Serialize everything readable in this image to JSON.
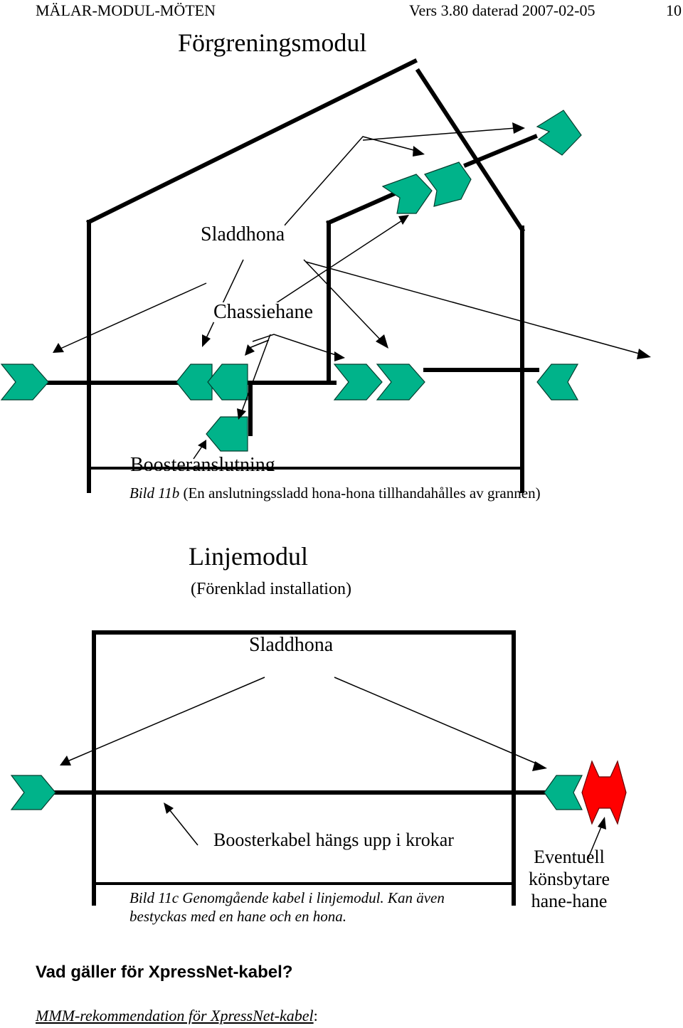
{
  "header": {
    "left": "MÄLAR-MODUL-MÖTEN",
    "version": "Vers 3.80 daterad 2007-02-05",
    "page_number": "10"
  },
  "figure_11b": {
    "title": "Förgreningsmodul",
    "label_sladdhona": "Sladdhona",
    "label_chassiehane": "Chassiehane",
    "label_booster": "Boosteranslutning",
    "caption_prefix": "Bild 11b",
    "caption_text": " (En anslutningssladd hona-hona tillhandahålles av grannen)"
  },
  "figure_11c": {
    "title": "Linjemodul",
    "subtitle": "(Förenklad installation)",
    "label_sladdhona": "Sladdhona",
    "label_boosterkabel": "Boosterkabel hängs upp i krokar",
    "label_eventuell": [
      "Eventuell",
      "könsbytare",
      "hane-hane"
    ],
    "caption_line1": "Bild 11c Genomgående kabel i linjemodul. Kan även",
    "caption_line2": "bestyckas med en hane och en hona."
  },
  "section": {
    "heading": "Vad gäller för XpressNet-kabel?",
    "recommendation": "MMM-rekommendation för XpressNet-kabel",
    "recommendation_suffix": ":"
  },
  "colors": {
    "connector_green": "#00b38a",
    "adapter_red": "#ff0000"
  }
}
